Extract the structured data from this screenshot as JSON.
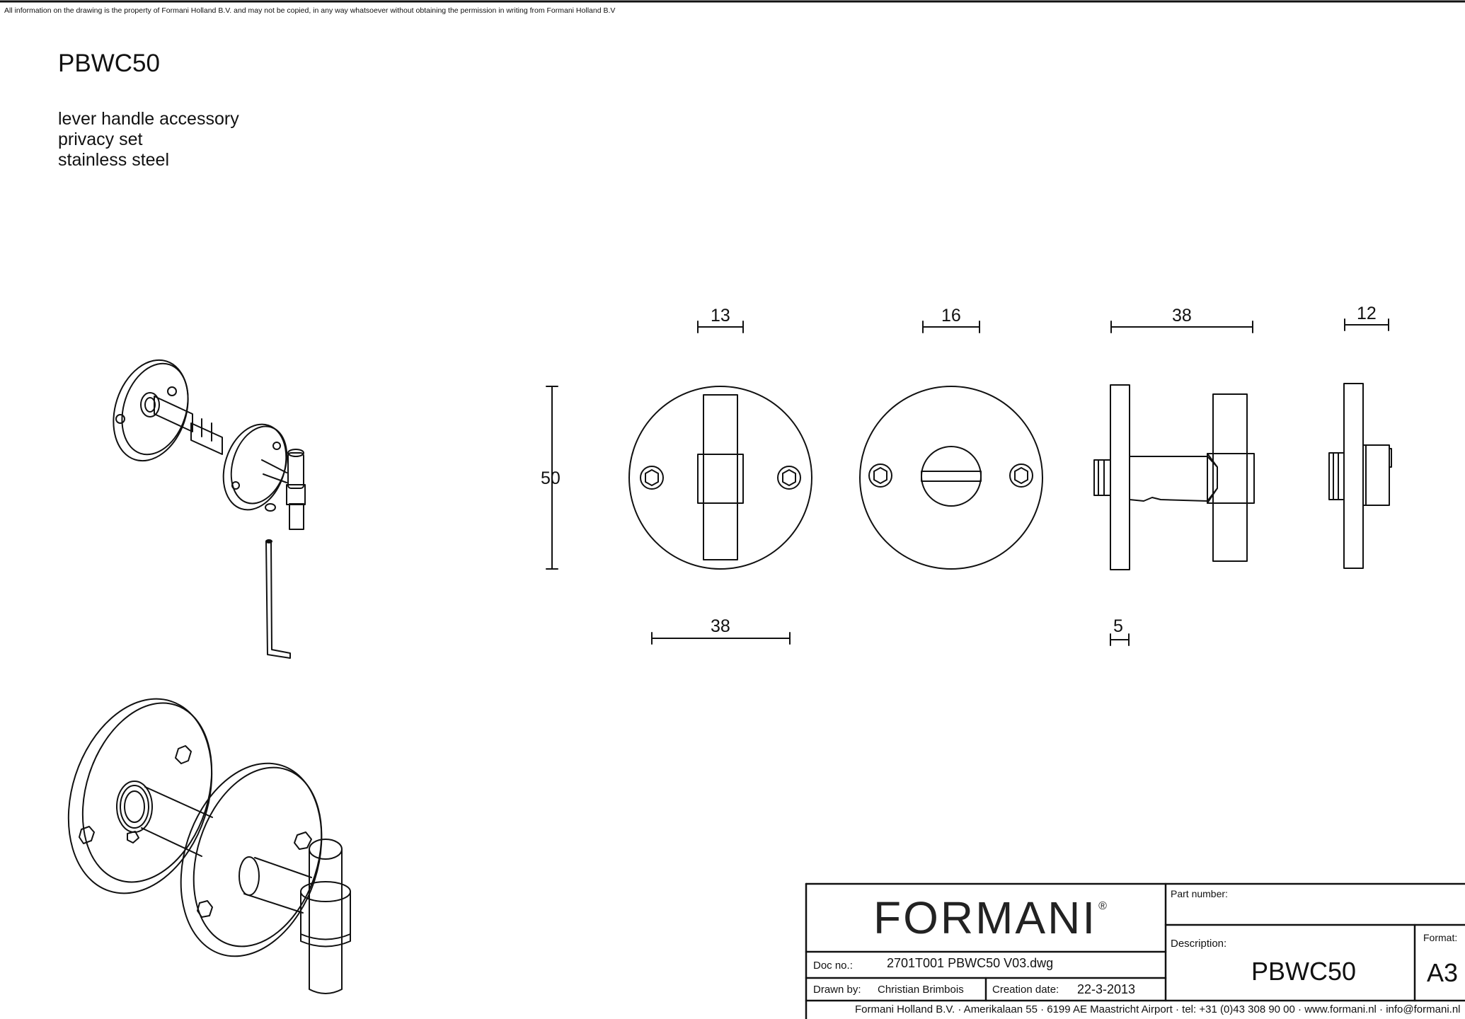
{
  "notice": "All information on the drawing is the property of Formani Holland B.V. and may not be copied, in any way whatsoever without obtaining the permission in writing from Formani Holland B.V",
  "product": {
    "code": "PBWC50",
    "lines": [
      "lever handle accessory",
      "privacy set",
      "stainless steel"
    ]
  },
  "dimensions": {
    "d13": "13",
    "d16": "16",
    "d38_top": "38",
    "d12": "12",
    "d50": "50",
    "d38_bottom": "38",
    "d5": "5"
  },
  "title_block": {
    "brand": "FORMANI",
    "registered": "®",
    "part_number_label": "Part number:",
    "part_number_value": "",
    "description_label": "Description:",
    "description_value": "PBWC50",
    "format_label": "Format:",
    "format_value": "A3",
    "doc_no_label": "Doc no.:",
    "doc_no_value": "2701T001 PBWC50 V03.dwg",
    "drawn_by_label": "Drawn by:",
    "drawn_by_value": "Christian Brimbois",
    "creation_date_label": "Creation date:",
    "creation_date_value": "22-3-2013",
    "footer": "Formani Holland B.V. · Amerikalaan 55 · 6199 AE Maastricht Airport · tel: +31 (0)43 308 90 00 · www.formani.nl · info@formani.nl"
  }
}
